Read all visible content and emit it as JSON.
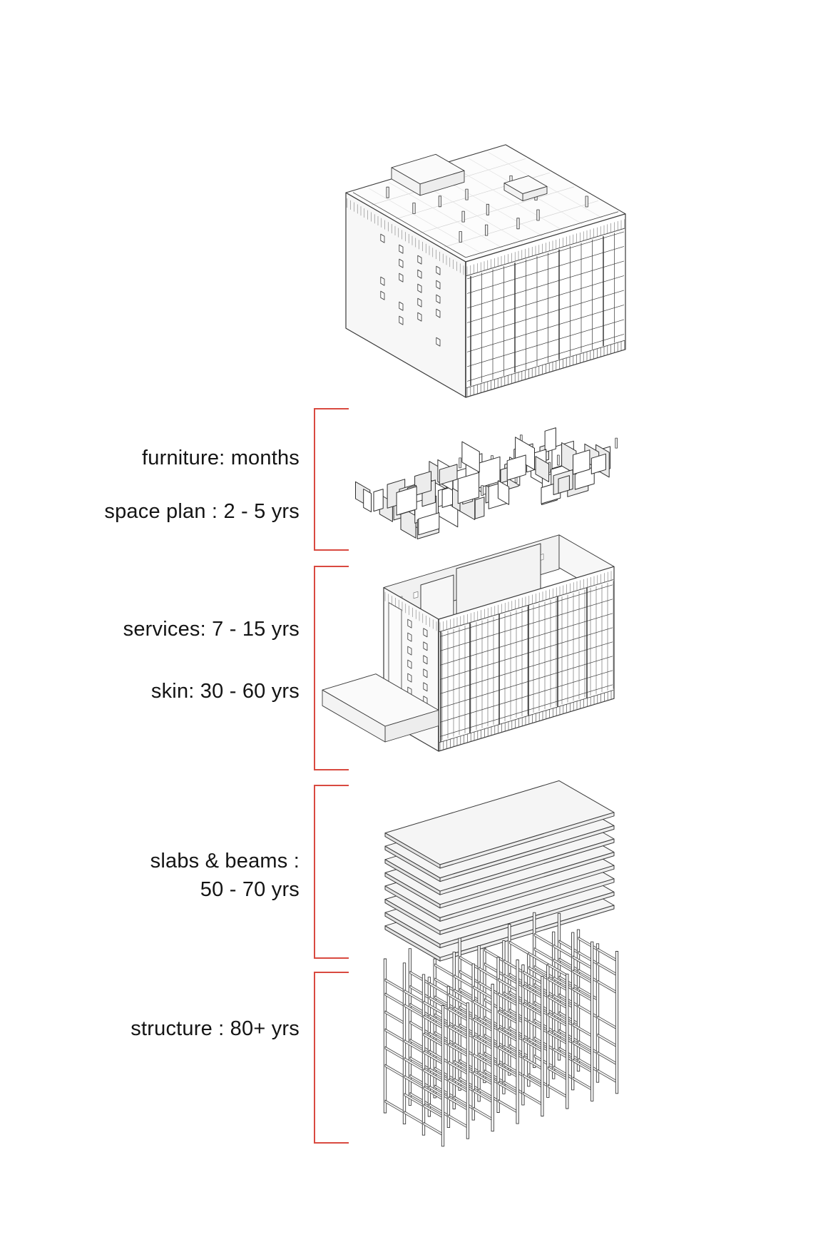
{
  "colors": {
    "accent": "#d94a40",
    "ink": "#141414",
    "line": "#3a3a3a"
  },
  "sections": [
    {
      "name": "furniture-space-plan",
      "labels": [
        {
          "text": "furniture: months"
        },
        {
          "text": "space plan : 2 - 5 yrs"
        }
      ]
    },
    {
      "name": "services-skin",
      "labels": [
        {
          "text": "services: 7 - 15 yrs"
        },
        {
          "text": "skin: 30 - 60 yrs"
        }
      ]
    },
    {
      "name": "slabs-beams",
      "labels": [
        {
          "text": "slabs & beams :"
        },
        {
          "text": "50 - 70 yrs"
        }
      ]
    },
    {
      "name": "structure",
      "labels": [
        {
          "text": "structure : 80+ yrs"
        }
      ]
    }
  ]
}
